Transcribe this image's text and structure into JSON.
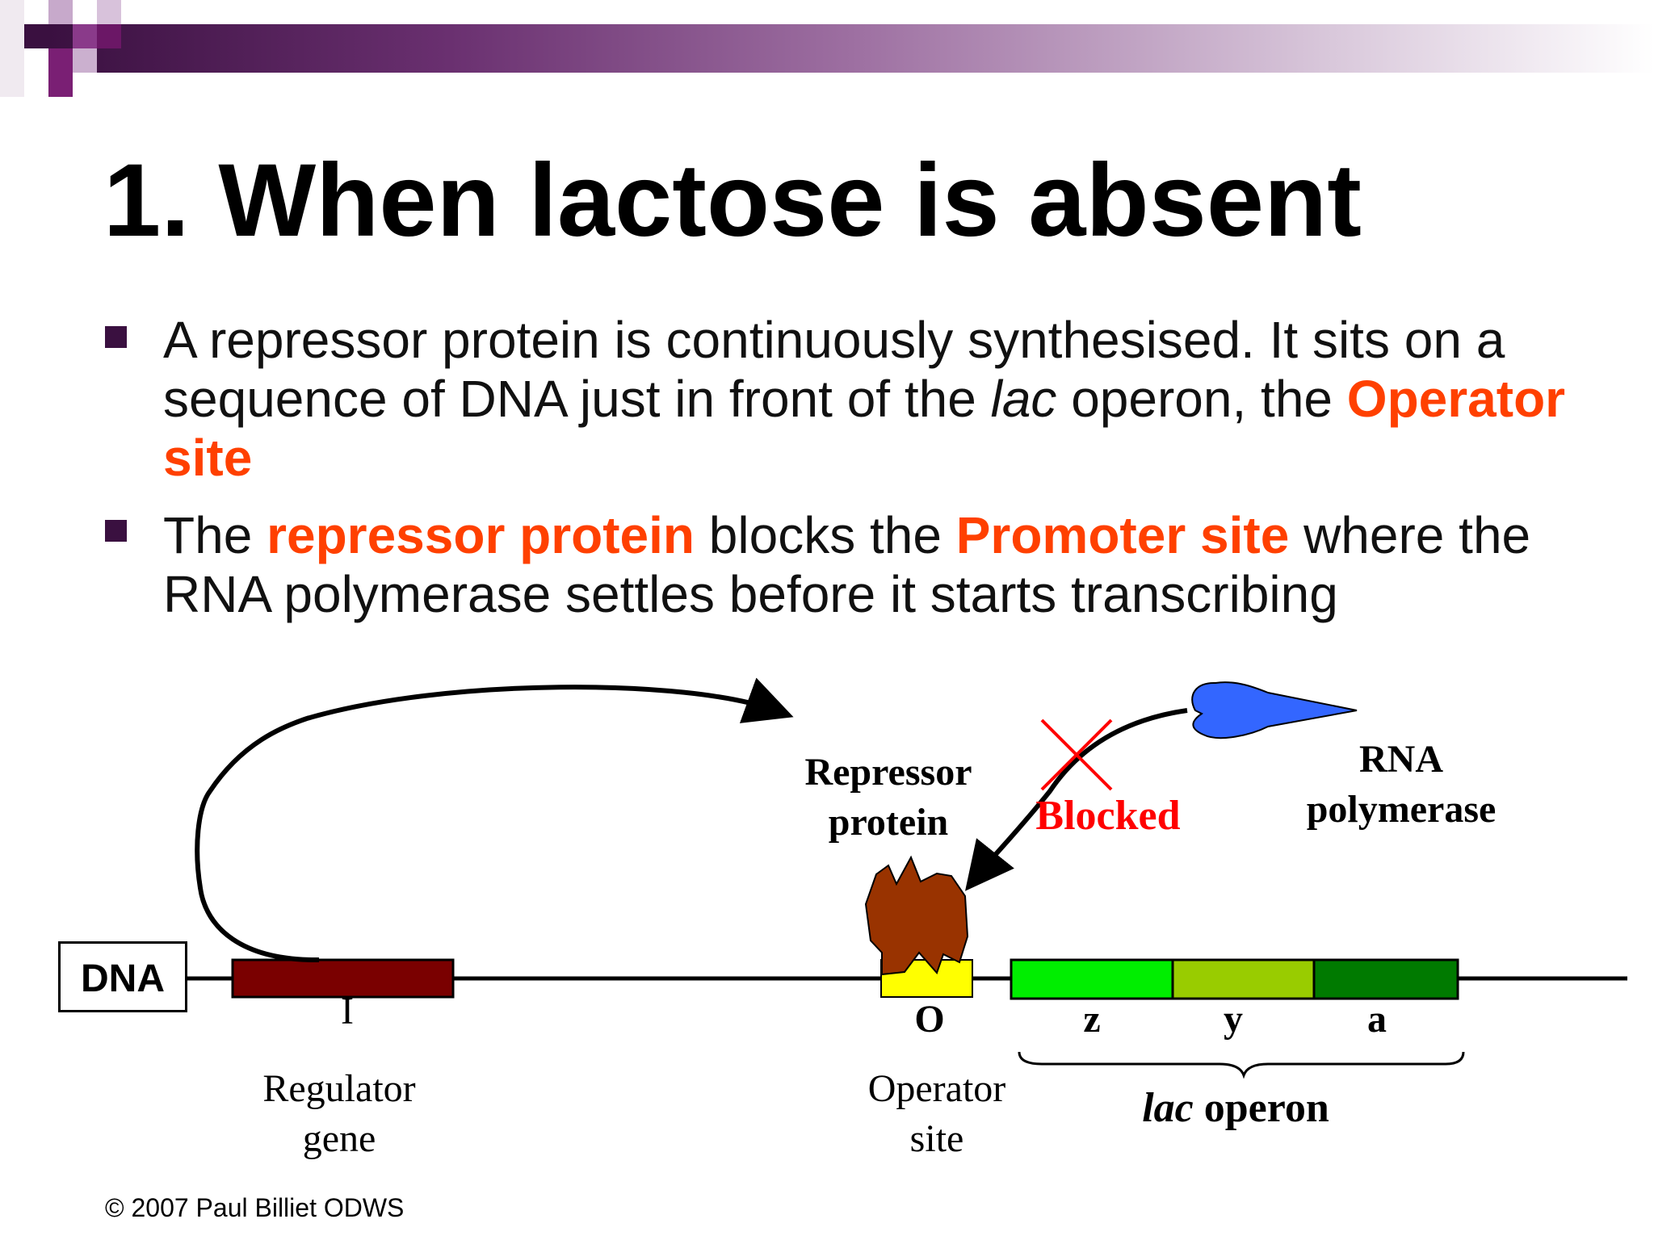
{
  "title": "1. When lactose is absent",
  "bullets": [
    {
      "pre": "A repressor protein is continuously synthesised. It sits on a sequence of DNA just in front of the ",
      "italic": "lac",
      "post": " operon, the ",
      "highlight": "Operator site"
    },
    {
      "pre": "The ",
      "highlight1": "repressor protein",
      "mid": " blocks the ",
      "highlight2": "Promoter site",
      "post": " where the RNA polymerase settles before it starts transcribing"
    }
  ],
  "diagram": {
    "dna_label": "DNA",
    "regulator_gene_letter": "I",
    "regulator_gene_label": "Regulator gene",
    "repressor_label": "Repressor protein",
    "blocked_label": "Blocked",
    "rna_polymerase_label": "RNA polymerase",
    "operator_letter": "O",
    "operator_label": "Operator site",
    "genes": [
      "z",
      "y",
      "a"
    ],
    "operon_italic": "lac",
    "operon_rest": " operon"
  },
  "copyright": "© 2007 Paul Billiet ODWS",
  "colors": {
    "header_dark": "#3a1040",
    "highlight": "#ff4000",
    "regulator_gene": "#7a0000",
    "repressor": "#993300",
    "operator": "#ffff00",
    "gene_z": "#00ee00",
    "gene_y": "#99cc00",
    "gene_a": "#007a00",
    "rna_polymerase": "#3366ff",
    "blocked": "#ff0000"
  }
}
